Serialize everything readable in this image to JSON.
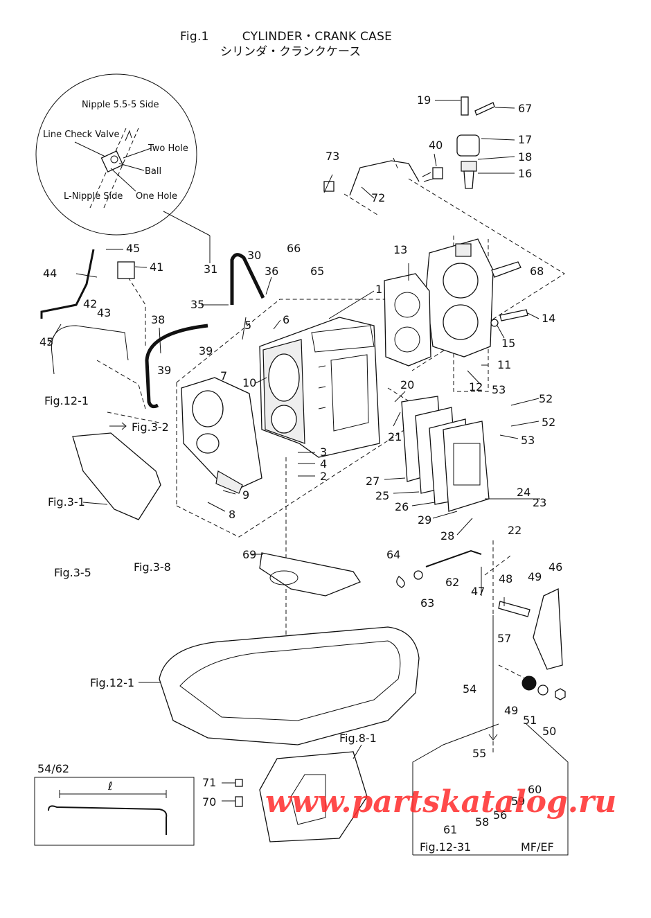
{
  "header": {
    "fig": "Fig.1",
    "title_en": "CYLINDER・CRANK CASE",
    "title_jp": "シリンダ・クランクケース"
  },
  "inset": {
    "nipple_side": "Nipple 5.5-5 Side",
    "line_check_valve": "Line Check Valve",
    "two_hole": "Two Hole",
    "ball": "Ball",
    "l_nipple_side": "L-Nipple Side",
    "one_hole": "One Hole"
  },
  "callouts": {
    "n1": "1",
    "n2": "2",
    "n3": "3",
    "n4": "4",
    "n5": "5",
    "n6": "6",
    "n7": "7",
    "n8": "8",
    "n9": "9",
    "n10": "10",
    "n11": "11",
    "n12": "12",
    "n13": "13",
    "n14": "14",
    "n15": "15",
    "n16": "16",
    "n17": "17",
    "n18": "18",
    "n19": "19",
    "n20": "20",
    "n21": "21",
    "n22": "22",
    "n23": "23",
    "n24": "24",
    "n25": "25",
    "n26": "26",
    "n27": "27",
    "n28": "28",
    "n29": "29",
    "n30": "30",
    "n31": "31",
    "n35": "35",
    "n36": "36",
    "n38": "38",
    "n39a": "39",
    "n39b": "39",
    "n40": "40",
    "n41": "41",
    "n42": "42",
    "n43": "43",
    "n44": "44",
    "n45a": "45",
    "n45b": "45",
    "n46": "46",
    "n47": "47",
    "n48": "48",
    "n49a": "49",
    "n49b": "49",
    "n50": "50",
    "n51": "51",
    "n52a": "52",
    "n52b": "52",
    "n53a": "53",
    "n53b": "53",
    "n54": "54",
    "n55": "55",
    "n56": "56",
    "n57": "57",
    "n58": "58",
    "n59": "59",
    "n60": "60",
    "n61": "61",
    "n62": "62",
    "n63": "63",
    "n64": "64",
    "n65": "65",
    "n66": "66",
    "n67": "67",
    "n68": "68",
    "n69": "69",
    "n70": "70",
    "n71": "71",
    "n72": "72",
    "n73": "73"
  },
  "references": {
    "fig12_1_top": "Fig.12-1",
    "fig3_2": "Fig.3-2",
    "fig3_1": "Fig.3-1",
    "fig3_5": "Fig.3-5",
    "fig3_8": "Fig.3-8",
    "fig12_1_bottom": "Fig.12-1",
    "fig8_1": "Fig.8-1",
    "fig12_31": "Fig.12-31"
  },
  "legend_box": {
    "refs": "54/62",
    "length_symbol": "ℓ"
  },
  "variant_box": {
    "label": "MF/EF"
  },
  "watermark": "www.partskatalog.ru"
}
